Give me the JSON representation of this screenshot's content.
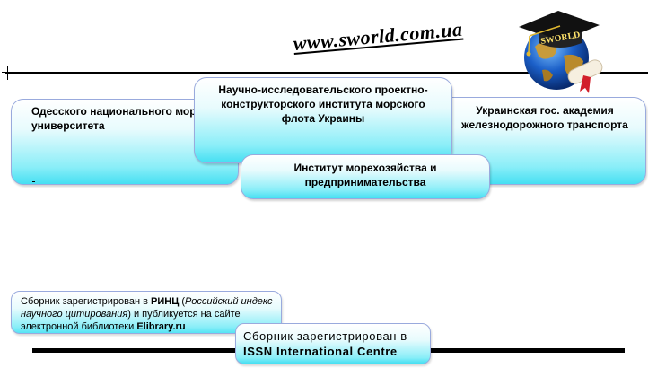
{
  "header": {
    "site_url": "www.sworld.com.ua"
  },
  "logo": {
    "text": "SWORLD",
    "icon": "graduation-cap-globe-icon"
  },
  "cards": {
    "odessa": "Одесского национального морского университета",
    "research": "Научно-исследовательского проектно-конструкторского института морского флота Украины",
    "ukr_rail": "Украинская гос. академия железнодорожного транспорта",
    "marine": "Институт морехозяйства и предпринимательства"
  },
  "notes": {
    "rinc_prefix": "Сборник зарегистрирован в ",
    "rinc_abbr": "РИНЦ",
    "rinc_open": " (",
    "rinc_full": "Российский индекс научного цитирования",
    "rinc_mid": ") и публикуется на сайте электронной библиотеки ",
    "rinc_site": "Elibrary.ru",
    "issn_line1": "Сборник зарегистрирован в",
    "issn_line2": "ISSN International Centre"
  },
  "colors": {
    "card_gradient_end": "#45dff2",
    "card_border": "#99aadd"
  }
}
